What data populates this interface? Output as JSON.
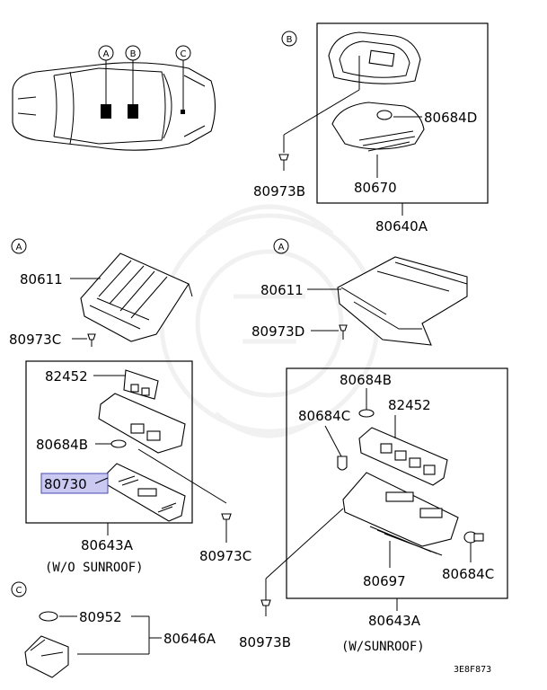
{
  "callouts": {
    "a": "A",
    "b": "B",
    "c": "C"
  },
  "parts": {
    "p80684D": "80684D",
    "p80973B_top": "80973B",
    "p80670": "80670",
    "p80640A": "80640A",
    "p80611_left": "80611",
    "p80973C_left": "80973C",
    "p80611_right": "80611",
    "p80973D": "80973D",
    "p82452_left": "82452",
    "p80684B_left": "80684B",
    "p80730": "80730",
    "p80643A_left": "80643A",
    "p80973C_mid": "80973C",
    "p80684B_right": "80684B",
    "p80684C_upper": "80684C",
    "p82452_right": "82452",
    "p80697": "80697",
    "p80684C_lower": "80684C",
    "p80643A_right": "80643A",
    "p80952": "80952",
    "p80646A": "80646A",
    "p80973B_bottom": "80973B"
  },
  "notes": {
    "wo_sunroof": "(W/O SUNROOF)",
    "w_sunroof": "(W/SUNROOF)",
    "code": "3E8F873"
  },
  "highlight_color": "#c9c9f2"
}
